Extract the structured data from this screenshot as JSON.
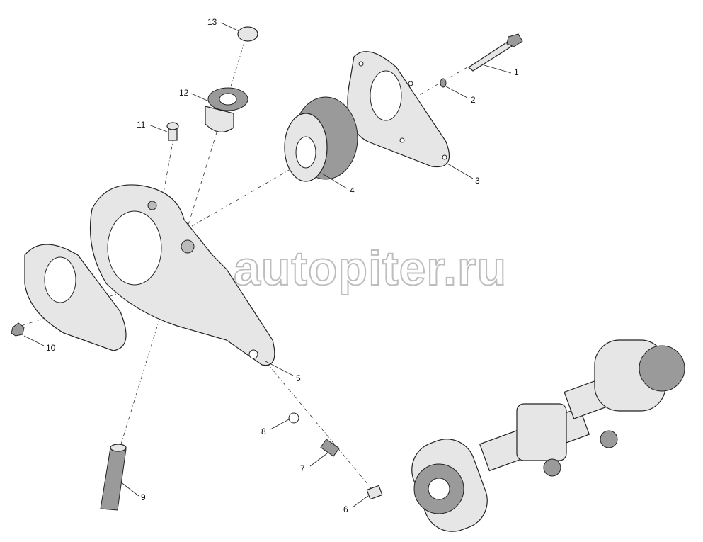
{
  "diagram": {
    "watermark": "autopiter.ru",
    "callouts": [
      "1",
      "2",
      "3",
      "4",
      "5",
      "6",
      "7",
      "8",
      "9",
      "10",
      "11",
      "12",
      "13"
    ]
  }
}
